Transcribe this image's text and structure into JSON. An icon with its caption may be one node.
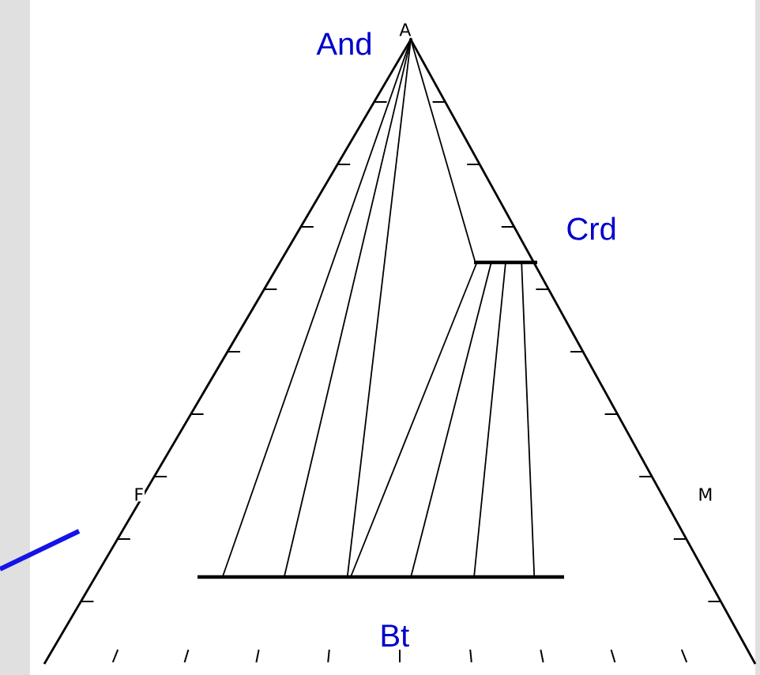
{
  "diagram": {
    "nodes": [
      {
        "text": [],
        "shape": "point",
        "beside": [
          "And"
        ]
      },
      {
        "text": [],
        "shape": "bar",
        "beside": [
          "Crd"
        ]
      },
      {
        "text": [],
        "shape": "bar",
        "beside": [
          "Bt"
        ]
      }
    ],
    "edges": [
      {
        "from": 0,
        "to": 2,
        "arrow": "none"
      },
      {
        "from": 0,
        "to": 2,
        "arrow": "none"
      },
      {
        "from": 0,
        "to": 2,
        "arrow": "none"
      },
      {
        "from": 0,
        "to": 1,
        "arrow": "none"
      },
      {
        "from": 1,
        "to": 2,
        "arrow": "none"
      },
      {
        "from": 1,
        "to": 2,
        "arrow": "none"
      },
      {
        "from": 1,
        "to": 2,
        "arrow": "none"
      },
      {
        "from": 1,
        "to": 2,
        "arrow": "none"
      }
    ],
    "labels": [
      "A",
      "F",
      "M"
    ]
  }
}
